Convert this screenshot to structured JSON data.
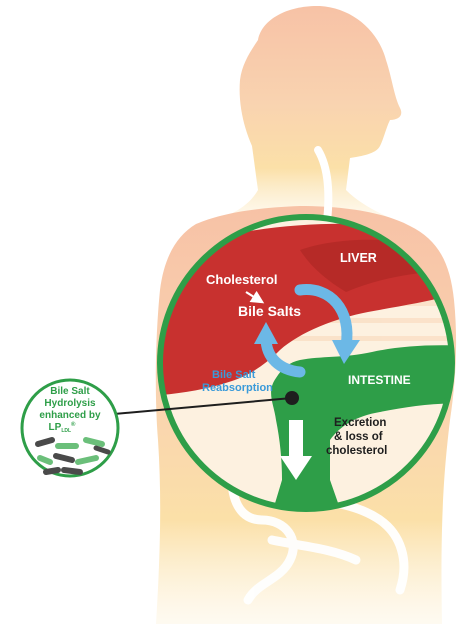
{
  "labels": {
    "liver": "LIVER",
    "cholesterol": "Cholesterol",
    "bile_salts": "Bile Salts",
    "reabsorption_line1": "Bile Salt",
    "reabsorption_line2": "Reabsorption",
    "intestine": "INTESTINE",
    "excretion_line1": "Excretion",
    "excretion_line2": "& loss of",
    "excretion_line3": "cholesterol"
  },
  "inset": {
    "line1": "Bile Salt",
    "line2": "Hydrolysis",
    "line3": "enhanced by",
    "lp_main": "LP",
    "lp_sub": "LDL",
    "lp_sup": "®"
  },
  "colors": {
    "body_top": "#f8c8a8",
    "body_bottom": "#fbe3a8",
    "liver": "#c8312f",
    "liver_dark": "#a82420",
    "intestine": "#2e9e48",
    "ring": "#2e9e48",
    "arrow_blue": "#6cb8e6",
    "reabsorption_text": "#3a9ad9",
    "inset_text": "#2e9e48"
  }
}
